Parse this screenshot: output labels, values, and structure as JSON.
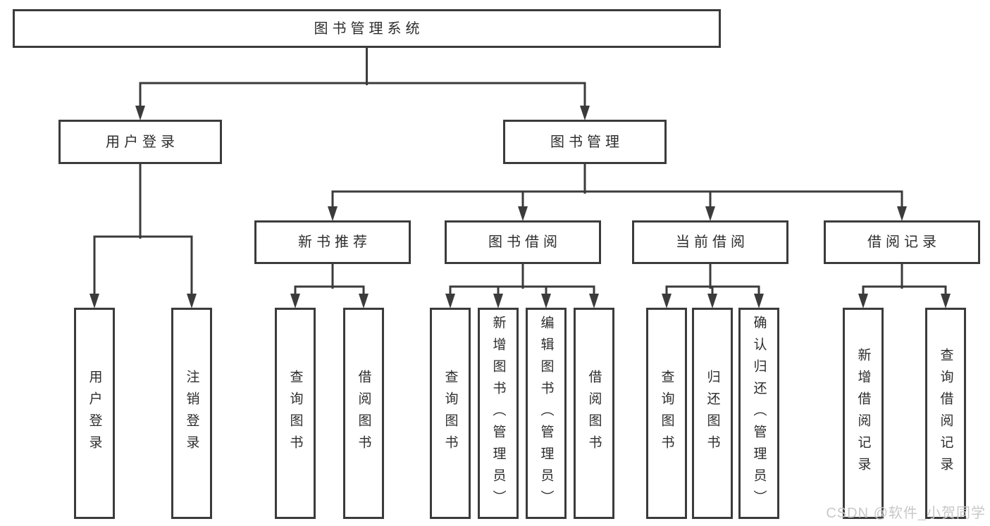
{
  "diagram_type": "hierarchy-chart",
  "tree": {
    "label": "图书管理系统",
    "children": [
      {
        "label": "用户登录",
        "children": [
          {
            "label": "用户登录"
          },
          {
            "label": "注销登录"
          }
        ]
      },
      {
        "label": "图书管理",
        "children": [
          {
            "label": "新书推荐",
            "children": [
              {
                "label": "查询图书"
              },
              {
                "label": "借阅图书"
              }
            ]
          },
          {
            "label": "图书借阅",
            "children": [
              {
                "label": "查询图书"
              },
              {
                "label": "新增图书（管理员）"
              },
              {
                "label": "编辑图书（管理员）"
              },
              {
                "label": "借阅图书"
              }
            ]
          },
          {
            "label": "当前借阅",
            "children": [
              {
                "label": "查询图书"
              },
              {
                "label": "归还图书"
              },
              {
                "label": "确认归还（管理员）"
              }
            ]
          },
          {
            "label": "借阅记录",
            "children": [
              {
                "label": "新增借阅记录"
              },
              {
                "label": "查询借阅记录"
              }
            ]
          }
        ]
      }
    ]
  },
  "watermark": {
    "text": "CSDN @软件_小贺同学"
  },
  "colors": {
    "line": "#3b3b3b",
    "text": "#2d2d2d",
    "background": "#ffffff",
    "watermark": "#c8c8c8"
  }
}
